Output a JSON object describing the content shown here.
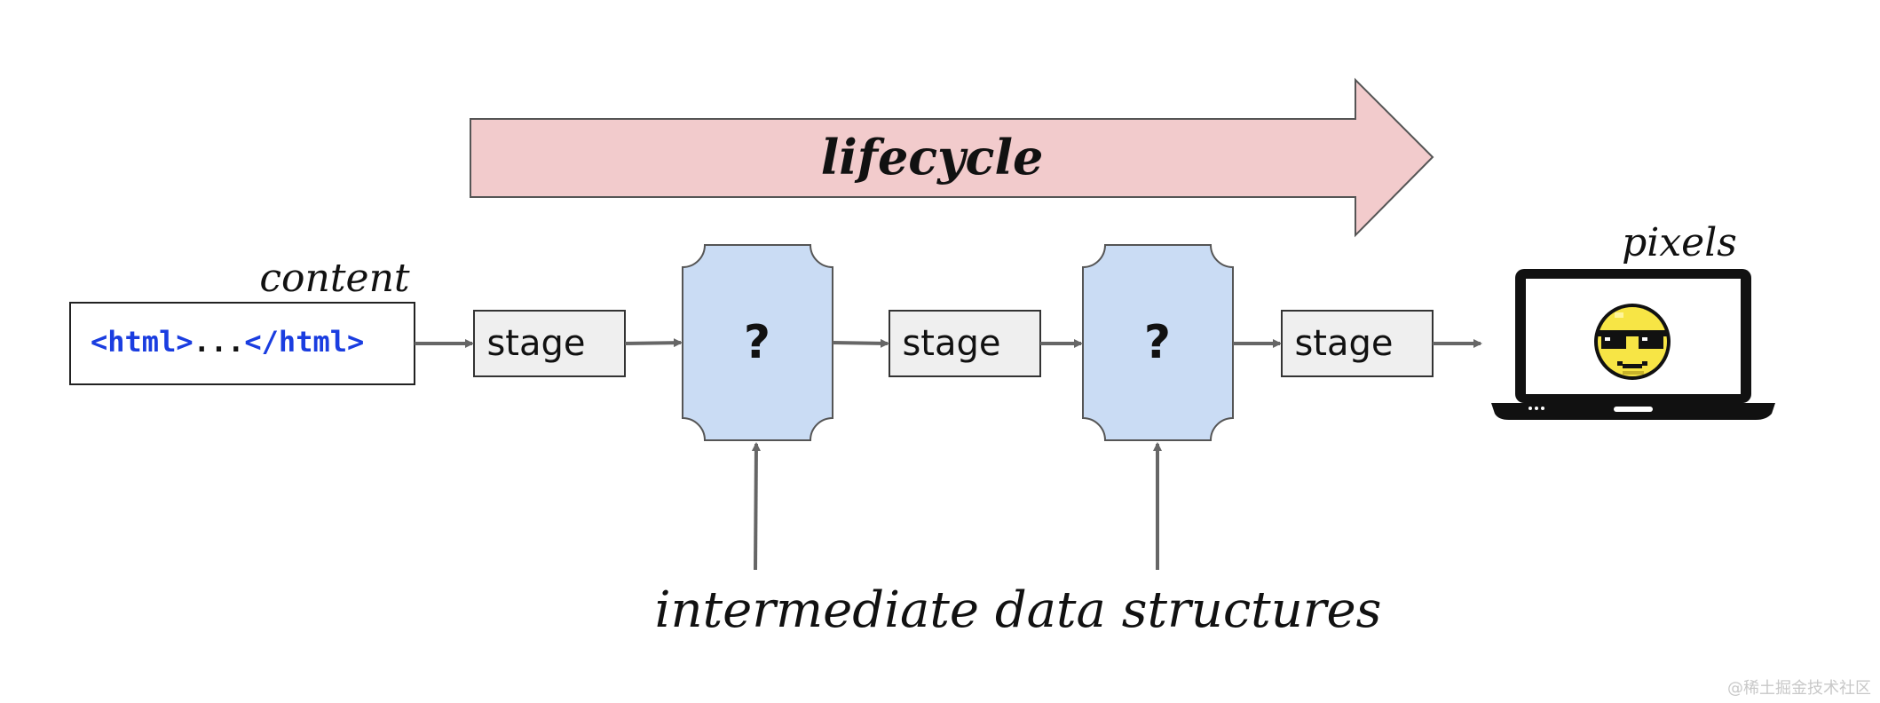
{
  "diagram": {
    "lifecycle_label": "lifecycle",
    "content_label": "content",
    "html_code": {
      "open_tag": "<html>",
      "ellipsis": "...",
      "close_tag": "</html>"
    },
    "stage_labels": [
      "stage",
      "stage",
      "stage"
    ],
    "data_structure_labels": [
      "?",
      "?"
    ],
    "intermediate_label": "intermediate data structures",
    "pixels_label": "pixels",
    "watermark": "@稀土掘金技术社区"
  },
  "colors": {
    "lifecycle_arrow_fill": "#f2cbcc",
    "data_structure_fill": "#cadcf4",
    "stage_fill": "#efefef",
    "arrow_gray": "#666666",
    "html_tag_blue": "#1a3de0",
    "outline": "#222222"
  },
  "icons": {
    "screen": "laptop-icon",
    "face": "sunglasses-emoji-icon"
  }
}
